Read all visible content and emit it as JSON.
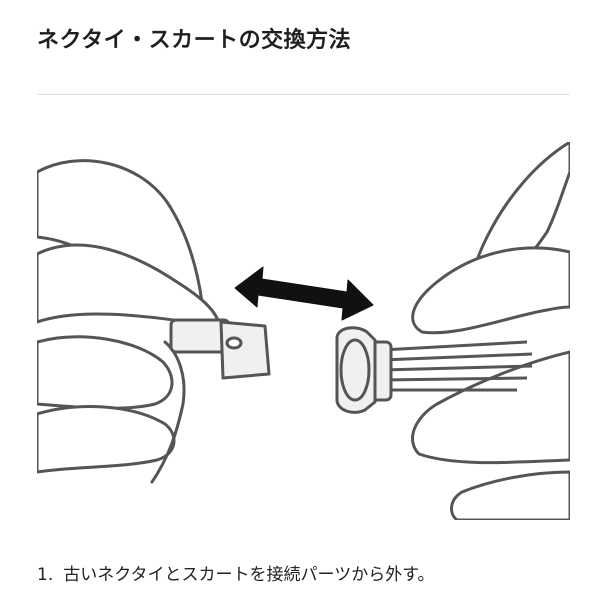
{
  "page": {
    "title": "ネクタイ・スカートの交換方法"
  },
  "steps": [
    {
      "number": "1.",
      "text": "古いネクタイとスカートを接続パーツから外す。"
    }
  ],
  "colors": {
    "line": "#555555",
    "skin": "#ffffff",
    "part_fill": "#f0f0f0",
    "arrow": "#111111"
  },
  "icons": {
    "arrow": "double-arrow-icon"
  }
}
